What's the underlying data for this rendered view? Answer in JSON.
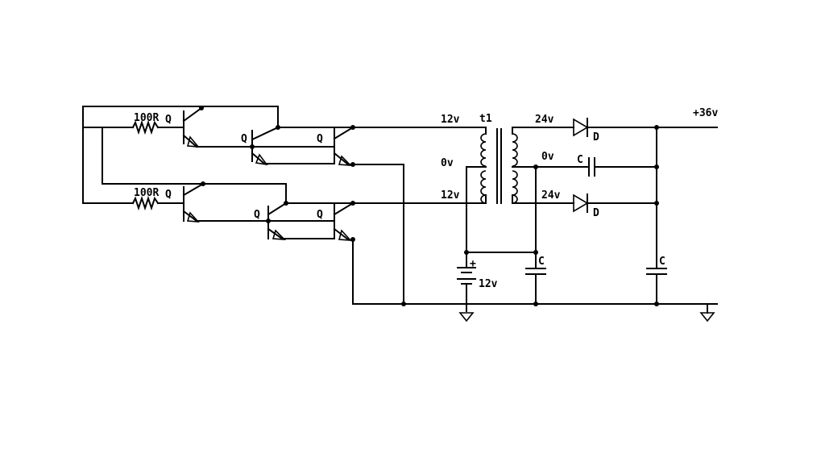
{
  "labels": {
    "r1": "100R",
    "r2": "100R",
    "q_top_a": "Q",
    "q_top_b": "Q",
    "q_top_c": "Q",
    "q_bot_a": "Q",
    "q_bot_b": "Q",
    "q_bot_c": "Q",
    "pri_top": "12v",
    "pri_mid": "0v",
    "pri_bot": "12v",
    "xfmr": "t1",
    "sec_top": "24v",
    "sec_mid": "0v",
    "sec_bot": "24v",
    "d_top": "D",
    "d_bot": "D",
    "c_mid": "C",
    "c_left": "C",
    "c_right": "C",
    "out": "+36v",
    "batt_plus": "+",
    "batt": "12v"
  },
  "colors": {
    "ink": "#000000",
    "background": "#ffffff"
  }
}
